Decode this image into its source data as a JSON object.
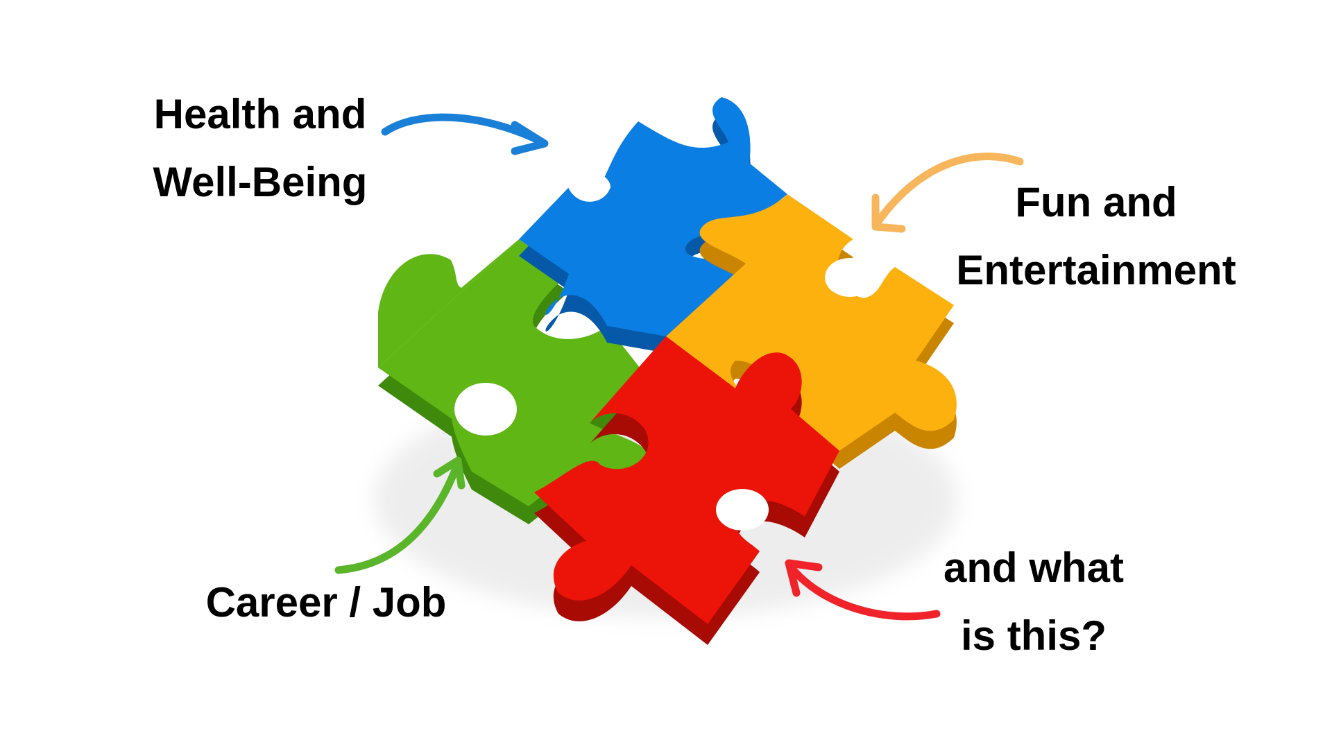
{
  "labels": {
    "health": {
      "line1": "Health and",
      "line2": "Well-Being",
      "color": "#1a7fd6"
    },
    "fun": {
      "line1": "Fun and",
      "line2": "Entertainment",
      "color": "#f8b65c"
    },
    "career": {
      "line1": "Career / Job",
      "color": "#5ab52a"
    },
    "what": {
      "line1": "and what",
      "line2": "is this?",
      "color": "#f0232b"
    }
  },
  "pieces": {
    "blue": "#0a7ee3",
    "yellow": "#fdb10f",
    "green": "#5fb614",
    "red": "#ec1309"
  }
}
